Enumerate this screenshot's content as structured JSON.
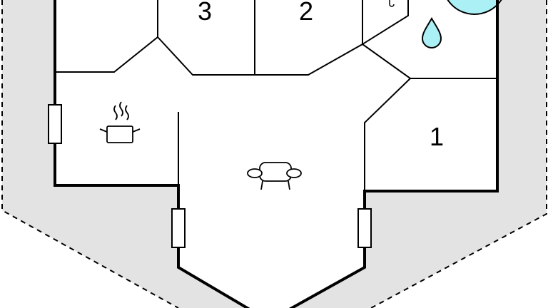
{
  "rooms": [
    {
      "id": "bedroom-3",
      "label": "3"
    },
    {
      "id": "bedroom-2",
      "label": "2"
    },
    {
      "id": "bedroom-1",
      "label": "1"
    }
  ],
  "icons": [
    "kitchen-pot-icon",
    "sofa-icon",
    "water-drop-icon",
    "bathtub-icon",
    "window-icon"
  ],
  "colors": {
    "outside": "#e3e3e3",
    "water": "#aaf0f5",
    "wall": "#000000"
  }
}
